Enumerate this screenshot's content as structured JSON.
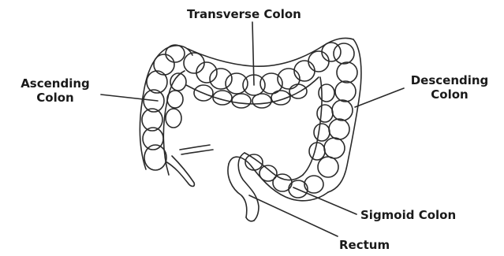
{
  "labels": {
    "transverse": "Transverse Colon",
    "ascending_line1": "Ascending",
    "ascending_line2": "Colon",
    "descending_line1": "Descending",
    "descending_line2": "Colon",
    "sigmoid": "Sigmoid Colon",
    "rectum": "Rectum"
  },
  "colors": {
    "stroke": "#2a2a2a",
    "fill": "#ffffff",
    "text": "#1a1a1a"
  }
}
